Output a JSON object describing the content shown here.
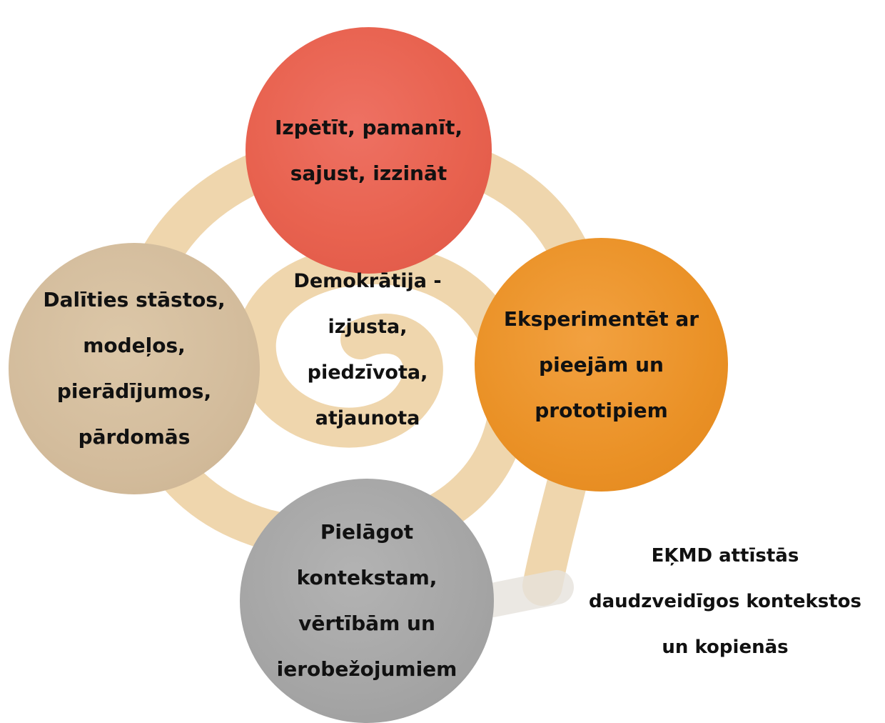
{
  "colors": {
    "spiral": "#e9c891",
    "top_circle": "#e8624f",
    "right_circle": "#ea9126",
    "left_circle": "#d3bc9c",
    "bottom_circle": "#a5a5a5",
    "text": "#111111"
  },
  "diagram": {
    "top": {
      "lines": [
        "Izpētīt, pamanīt,",
        "sajust, izzināt"
      ]
    },
    "right": {
      "lines": [
        "Eksperimentēt ar",
        "pieejām un",
        "prototipiem"
      ]
    },
    "left": {
      "lines": [
        "Dalīties stāstos,",
        "modeļos,",
        "pierādījumos,",
        "pārdomās"
      ]
    },
    "bottom": {
      "lines": [
        "Pielāgot",
        "kontekstam,",
        "vērtībām un",
        "ierobežojumiem"
      ]
    },
    "center": {
      "lines": [
        "Demokrātija -",
        "izjusta,",
        "piedzīvota,",
        "atjaunota"
      ]
    }
  },
  "caption": {
    "lines": [
      "EĶMD attīstās",
      "daudzveidīgos kontekstos",
      "un kopienās"
    ]
  }
}
